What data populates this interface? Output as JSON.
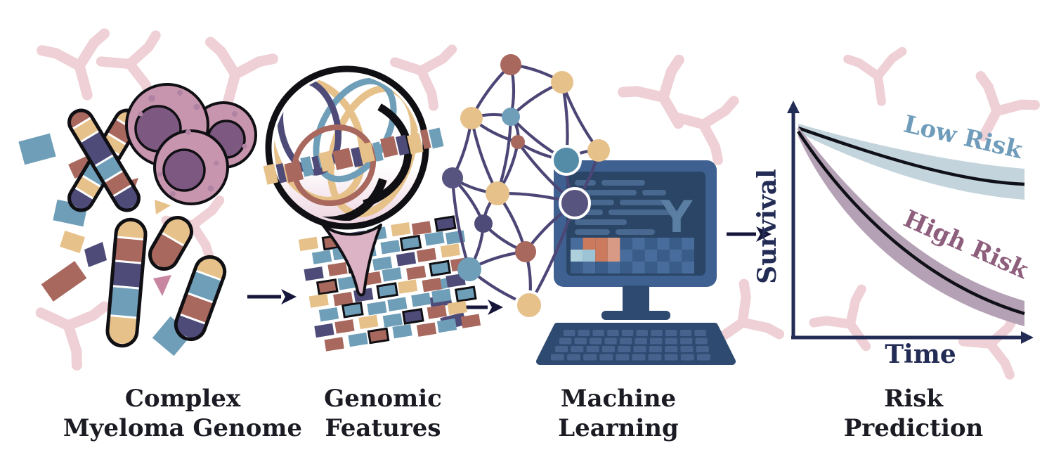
{
  "stages": [
    {
      "id": "complex-myeloma-genome",
      "line1": "Complex",
      "line2": "Myeloma Genome"
    },
    {
      "id": "genomic-features",
      "line1": "Genomic",
      "line2": "Features"
    },
    {
      "id": "machine-learning",
      "line1": "Machine",
      "line2": "Learning"
    },
    {
      "id": "risk-prediction",
      "line1": "Risk",
      "line2": "Prediction"
    }
  ],
  "screen": {
    "glyph": "Y"
  },
  "plot": {
    "type": "line",
    "x_label": "Time",
    "y_label": "Survival",
    "series": [
      {
        "name": "Low Risk",
        "label_color": "#6f9cba",
        "band_color": "#c3d4dc",
        "line_color": "#101018",
        "sketch_points_normalized": [
          1.0,
          0.93,
          0.88,
          0.84,
          0.81,
          0.8
        ]
      },
      {
        "name": "High Risk",
        "label_color": "#8e5f7d",
        "band_color": "#b5a1b5",
        "line_color": "#101018",
        "sketch_points_normalized": [
          1.0,
          0.72,
          0.52,
          0.4,
          0.33,
          0.3
        ]
      }
    ]
  },
  "colors": {
    "ink": "#101014",
    "tan": "#e7c18a",
    "rust": "#a8685e",
    "navy": "#4e4b79",
    "teal": "#6f9eb8",
    "cell_pink": "#c795ad",
    "cell_nucleus": "#7d5880",
    "cell_speckle": "#b183a3",
    "antibody_pink": "#eed0d6",
    "funnel_pink": "#dcb2c5",
    "arrow": "#15163a",
    "axis": "#232c54",
    "monitor_frame": "#3e6191",
    "screen_bg": "#2a4565",
    "code_bar": "#49688f",
    "glyph_blue": "#5b7fa3",
    "heat_blue_dark": "#3a5c88",
    "heat_blue_mid": "#486c9b",
    "heat_salmon": "#cc7a5e",
    "heat_salmon_light": "#d99a85",
    "heat_pale_blue": "#aed0dc",
    "keyboard": "#2e4a70",
    "key": "#46638e",
    "net_edge": "#4b4675"
  }
}
